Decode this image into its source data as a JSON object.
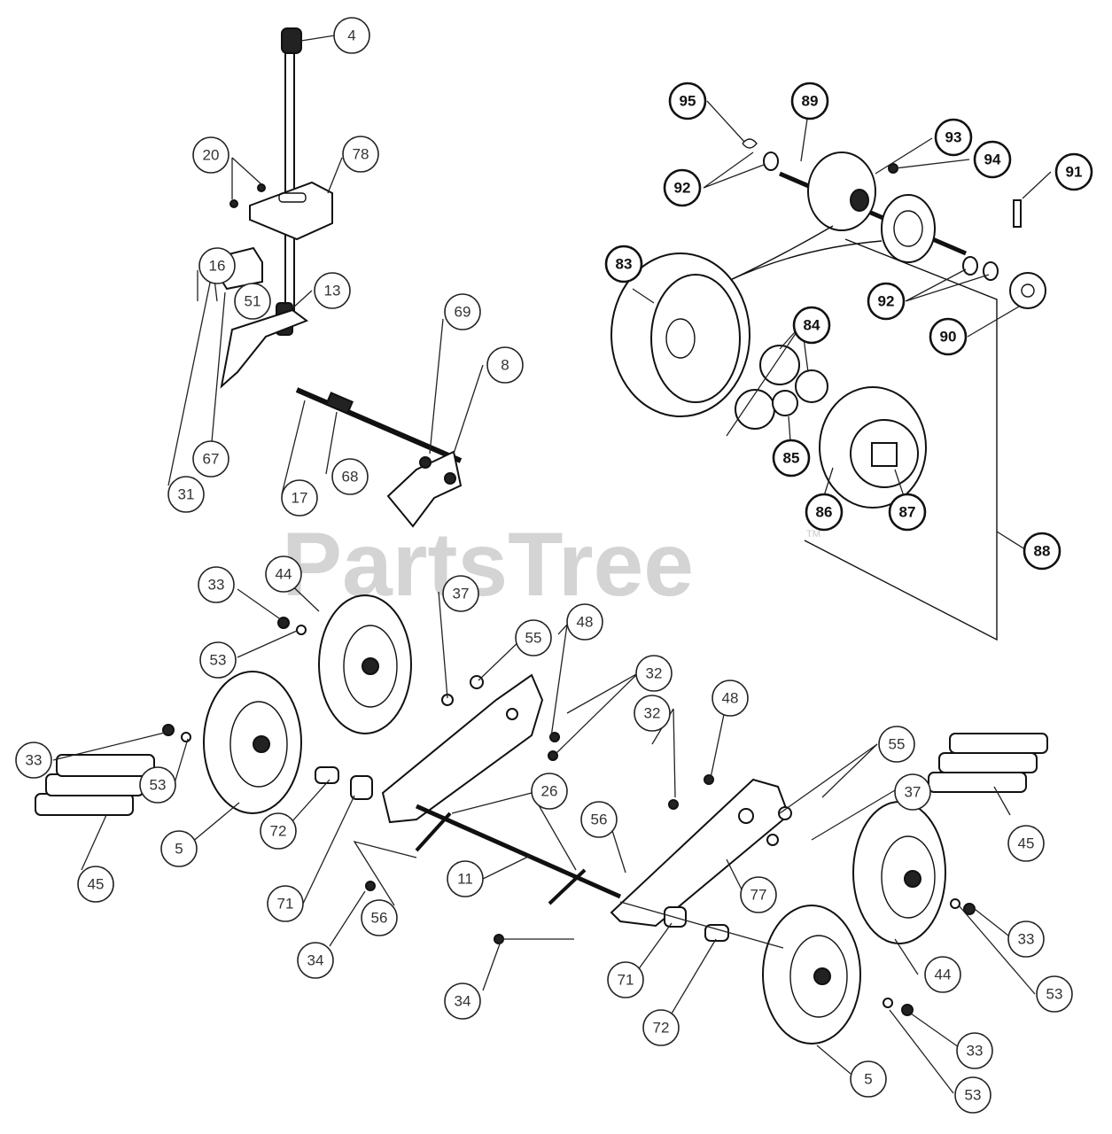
{
  "watermark": {
    "text": "PartsTree",
    "tm": "TM"
  },
  "callouts": [
    {
      "id": "c4",
      "text": "4",
      "style": "light"
    },
    {
      "id": "c20",
      "text": "20",
      "style": "light"
    },
    {
      "id": "c78",
      "text": "78",
      "style": "light"
    },
    {
      "id": "c16",
      "text": "16",
      "style": "light"
    },
    {
      "id": "c51",
      "text": "51",
      "style": "light"
    },
    {
      "id": "c13",
      "text": "13",
      "style": "light"
    },
    {
      "id": "c69",
      "text": "69",
      "style": "light"
    },
    {
      "id": "c8",
      "text": "8",
      "style": "light"
    },
    {
      "id": "c67",
      "text": "67",
      "style": "light"
    },
    {
      "id": "c31",
      "text": "31",
      "style": "light"
    },
    {
      "id": "c17",
      "text": "17",
      "style": "light"
    },
    {
      "id": "c68",
      "text": "68",
      "style": "light"
    },
    {
      "id": "c95",
      "text": "95",
      "style": "bold"
    },
    {
      "id": "c89",
      "text": "89",
      "style": "bold"
    },
    {
      "id": "c93",
      "text": "93",
      "style": "bold"
    },
    {
      "id": "c94",
      "text": "94",
      "style": "bold"
    },
    {
      "id": "c92a",
      "text": "92",
      "style": "bold"
    },
    {
      "id": "c91",
      "text": "91",
      "style": "bold"
    },
    {
      "id": "c83",
      "text": "83",
      "style": "bold"
    },
    {
      "id": "c92b",
      "text": "92",
      "style": "bold"
    },
    {
      "id": "c90",
      "text": "90",
      "style": "bold"
    },
    {
      "id": "c84",
      "text": "84",
      "style": "bold"
    },
    {
      "id": "c85",
      "text": "85",
      "style": "bold"
    },
    {
      "id": "c86",
      "text": "86",
      "style": "bold"
    },
    {
      "id": "c87",
      "text": "87",
      "style": "bold"
    },
    {
      "id": "c88",
      "text": "88",
      "style": "bold"
    },
    {
      "id": "c33a",
      "text": "33",
      "style": "light"
    },
    {
      "id": "c44a",
      "text": "44",
      "style": "light"
    },
    {
      "id": "c37a",
      "text": "37",
      "style": "light"
    },
    {
      "id": "c55a",
      "text": "55",
      "style": "light"
    },
    {
      "id": "c48a",
      "text": "48",
      "style": "light"
    },
    {
      "id": "c53a",
      "text": "53",
      "style": "light"
    },
    {
      "id": "c32a",
      "text": "32",
      "style": "light"
    },
    {
      "id": "c33b",
      "text": "33",
      "style": "light"
    },
    {
      "id": "c53b",
      "text": "53",
      "style": "light"
    },
    {
      "id": "c45a",
      "text": "45",
      "style": "light"
    },
    {
      "id": "c5a",
      "text": "5",
      "style": "light"
    },
    {
      "id": "c72a",
      "text": "72",
      "style": "light"
    },
    {
      "id": "c71a",
      "text": "71",
      "style": "light"
    },
    {
      "id": "c34a",
      "text": "34",
      "style": "light"
    },
    {
      "id": "c56a",
      "text": "56",
      "style": "light"
    },
    {
      "id": "c26",
      "text": "26",
      "style": "light"
    },
    {
      "id": "c56b",
      "text": "56",
      "style": "light"
    },
    {
      "id": "c11",
      "text": "11",
      "style": "light"
    },
    {
      "id": "c32b",
      "text": "32",
      "style": "light"
    },
    {
      "id": "c48b",
      "text": "48",
      "style": "light"
    },
    {
      "id": "c55b",
      "text": "55",
      "style": "light"
    },
    {
      "id": "c37b",
      "text": "37",
      "style": "light"
    },
    {
      "id": "c45b",
      "text": "45",
      "style": "light"
    },
    {
      "id": "c77",
      "text": "77",
      "style": "light"
    },
    {
      "id": "c33c",
      "text": "33",
      "style": "light"
    },
    {
      "id": "c44b",
      "text": "44",
      "style": "light"
    },
    {
      "id": "c53c",
      "text": "53",
      "style": "light"
    },
    {
      "id": "c34b",
      "text": "34",
      "style": "light"
    },
    {
      "id": "c71b",
      "text": "71",
      "style": "light"
    },
    {
      "id": "c72b",
      "text": "72",
      "style": "light"
    },
    {
      "id": "c33d",
      "text": "33",
      "style": "light"
    },
    {
      "id": "c5b",
      "text": "5",
      "style": "light"
    },
    {
      "id": "c53d",
      "text": "53",
      "style": "light"
    }
  ]
}
